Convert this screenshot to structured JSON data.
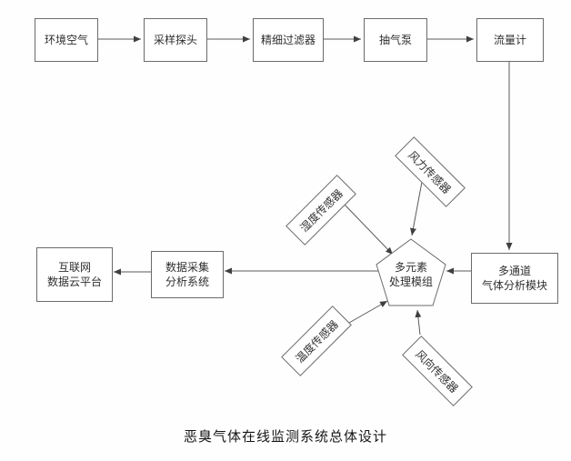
{
  "diagram": {
    "caption": "恶臭气体在线监测系统总体设计",
    "top_flow": [
      {
        "id": "env_air",
        "label": "环境空气"
      },
      {
        "id": "sampling_probe",
        "label": "采样探头"
      },
      {
        "id": "fine_filter",
        "label": "精细过滤器"
      },
      {
        "id": "air_pump",
        "label": "抽气泵"
      },
      {
        "id": "flow_meter",
        "label": "流量计"
      }
    ],
    "gas_module": {
      "line1": "多通道",
      "line2": "气体分析模块"
    },
    "processor": {
      "line1": "多元素",
      "line2": "处理模组"
    },
    "data_system": {
      "line1": "数据采集",
      "line2": "分析系统"
    },
    "cloud_platform": {
      "line1": "互联网",
      "line2": "数据云平台"
    },
    "sensors": [
      {
        "id": "humidity",
        "label": "湿度传感器"
      },
      {
        "id": "wind_force",
        "label": "风力传感器"
      },
      {
        "id": "temperature",
        "label": "温度传感器"
      },
      {
        "id": "wind_direction",
        "label": "风向传感器"
      }
    ],
    "colors": {
      "line": "#5a5a5a",
      "box_border": "#6b6b6b",
      "text": "#2f2f2f"
    }
  }
}
